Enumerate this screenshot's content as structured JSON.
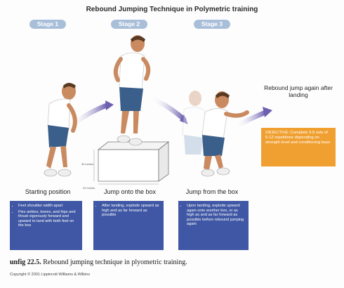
{
  "title": "Rebound Jumping Technique in Polymetric training",
  "stages": [
    "Stage 1",
    "Stage 2",
    "Stage 3"
  ],
  "positions": [
    {
      "label": "Starting position",
      "bullets": [
        "Feet shoulder width apart",
        "Flex ankles, knees, and hips and thrust vigorously forward and upward to land with both feet on the box"
      ]
    },
    {
      "label": "Jump onto the box",
      "bullets": [
        "After landing, explode upward as high and as far forward as possible"
      ]
    },
    {
      "label": "Jump from the box",
      "bullets": [
        "Upon landing, explode upward again onto another box, or as high as and as far forward as possible before rebound jumping again"
      ]
    }
  ],
  "rebound_label": "Rebound jump again after landing",
  "objective": "OBJECTIVE: Complete 3-5 sets of 5-12 repetitions depending on strength level and conditioning base",
  "box_height": "30 inches",
  "box_depth": "22 inches",
  "caption_number": "unfig 22.5.",
  "caption_text": "Rebound jumping technique in plyometric training.",
  "copyright": "Copyright © 2001 Lippincott Williams & Wilkins",
  "colors": {
    "stage_pill": "#a9bfd9",
    "instruction_box": "#3f57a4",
    "objective_box": "#f0a030",
    "arrow": "#6d5fb0",
    "shorts": "#3a5f8a",
    "skin": "#c98a60"
  }
}
